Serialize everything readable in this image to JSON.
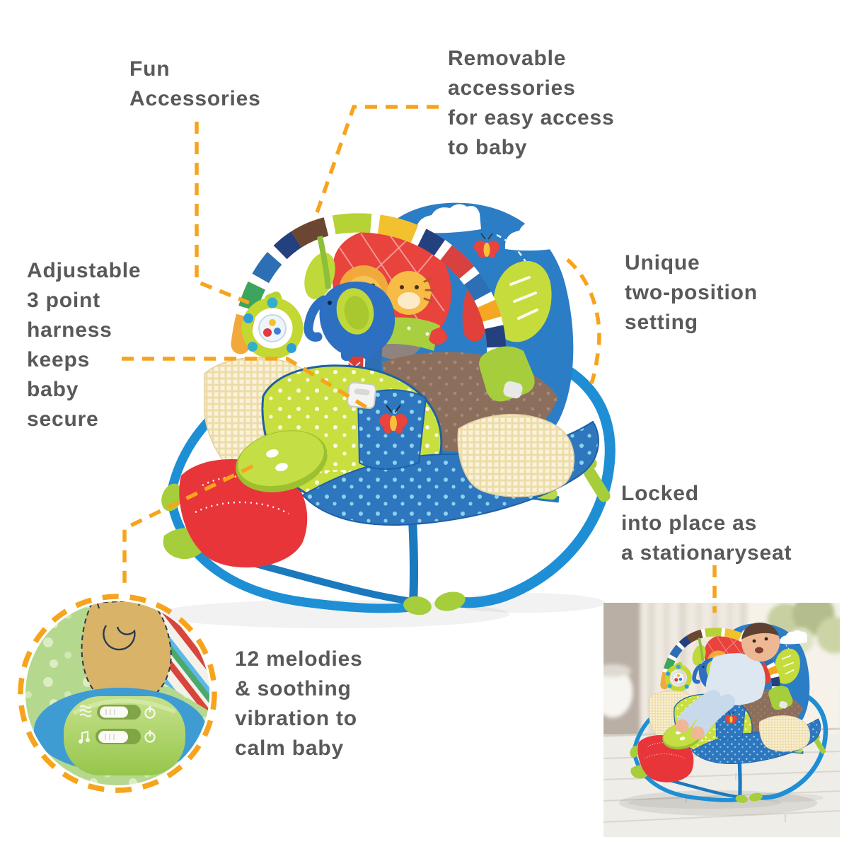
{
  "page": {
    "background": "#FFFFFF",
    "description": "Product feature infographic of an infant-to-toddler rocker"
  },
  "callouts": {
    "fun": {
      "lines": [
        "Fun",
        "Accessories"
      ]
    },
    "removable": {
      "lines": [
        "Removable",
        "accessories",
        "for easy access",
        "to baby"
      ]
    },
    "harness": {
      "lines": [
        "Adjustable",
        "3 point",
        "harness",
        "keeps",
        "baby",
        "secure"
      ]
    },
    "two_position": {
      "lines": [
        "Unique",
        "two-position",
        "setting"
      ]
    },
    "locked": {
      "lines": [
        "Locked",
        "into place as",
        "a stationaryseat"
      ]
    },
    "melodies": {
      "lines": [
        "12 melodies",
        "& soothing",
        "vibration to",
        "calm baby"
      ]
    }
  },
  "colors": {
    "accent_orange": "#F7A41D",
    "text_gray": "#58595B",
    "frame_blue": "#1E8FD5",
    "backrest_blue": "#2B7DC6",
    "seat_blue": "#2E77BE",
    "lime_green": "#B5D334",
    "pod_green": "#A8D155",
    "red": "#E8353A",
    "plaid_cream": "#FAF3DC",
    "brown": "#8C6E5C"
  },
  "inset": {
    "name": "control-pod-closeup",
    "sliders": [
      {
        "left_icon": "vibration-waves-icon",
        "right_icon": "power-icon"
      },
      {
        "left_icon": "music-notes-icon",
        "right_icon": "power-icon"
      }
    ]
  },
  "photo": {
    "content": "baby reclining in the rocker in a bright nursery"
  },
  "toy_bar": {
    "segments": [
      {
        "start": 0,
        "len": 7,
        "color": "#F2A93B"
      },
      {
        "start": 7,
        "len": 2,
        "color": "#FFFFFF"
      },
      {
        "start": 9,
        "len": 6,
        "color": "#3BA55D"
      },
      {
        "start": 15,
        "len": 2,
        "color": "#FFFFFF"
      },
      {
        "start": 17,
        "len": 6,
        "color": "#2C6FB5"
      },
      {
        "start": 23,
        "len": 2,
        "color": "#FFFFFF"
      },
      {
        "start": 25,
        "len": 5,
        "color": "#23407F"
      },
      {
        "start": 30,
        "len": 8,
        "color": "#6B4632"
      },
      {
        "start": 38,
        "len": 2,
        "color": "#FFFFFF"
      },
      {
        "start": 40,
        "len": 9,
        "color": "#B5D334"
      },
      {
        "start": 49,
        "len": 2,
        "color": "#FFFFFF"
      },
      {
        "start": 51,
        "len": 9,
        "color": "#F2C12E"
      },
      {
        "start": 60,
        "len": 2,
        "color": "#FFFFFF"
      },
      {
        "start": 62,
        "len": 5,
        "color": "#23407F"
      },
      {
        "start": 67,
        "len": 2,
        "color": "#FFFFFF"
      },
      {
        "start": 69,
        "len": 7,
        "color": "#D94040"
      },
      {
        "start": 76,
        "len": 2,
        "color": "#FFFFFF"
      },
      {
        "start": 78,
        "len": 5,
        "color": "#2C6FB5"
      },
      {
        "start": 83,
        "len": 2,
        "color": "#FFFFFF"
      },
      {
        "start": 85,
        "len": 4,
        "color": "#F5A623"
      },
      {
        "start": 89,
        "len": 2,
        "color": "#FFFFFF"
      },
      {
        "start": 91,
        "len": 5,
        "color": "#23407F"
      },
      {
        "start": 96,
        "len": 2,
        "color": "#FFFFFF"
      },
      {
        "start": 98,
        "len": 2,
        "color": "#2C6FB5"
      }
    ]
  }
}
